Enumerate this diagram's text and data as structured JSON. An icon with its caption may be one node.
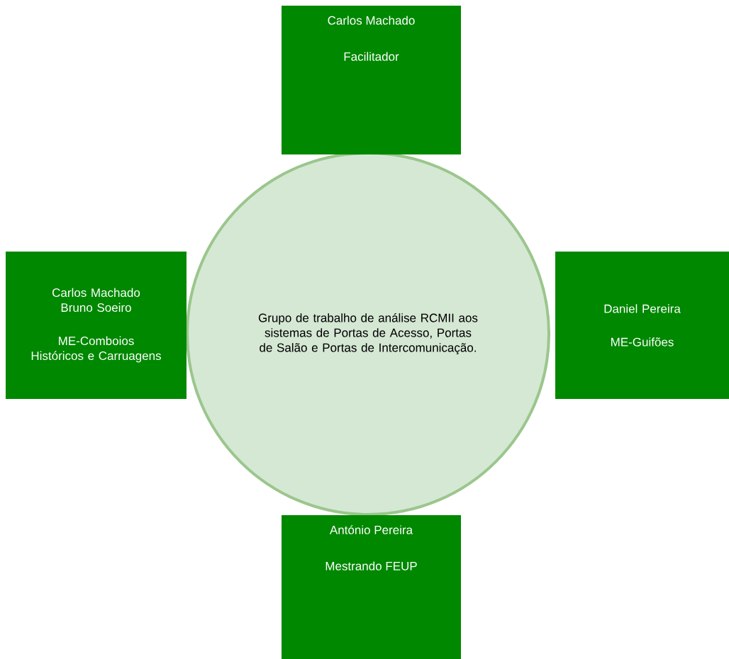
{
  "diagram": {
    "nodes": [
      {
        "text": [
          "Grupo de trabalho de análise RCMII aos sistemas de Portas de Acesso, Portas de Salão e Portas de Intercomunicação."
        ]
      },
      {
        "text": [
          "Carlos Machado",
          "Facilitador"
        ]
      },
      {
        "text": [
          "Carlos Machado",
          "Bruno Soeiro",
          "ME-Comboios Históricos e Carruagens"
        ]
      },
      {
        "text": [
          "Daniel Pereira",
          "ME-Guifões"
        ]
      },
      {
        "text": [
          "António Pereira",
          "Mestrando FEUP"
        ]
      }
    ]
  }
}
